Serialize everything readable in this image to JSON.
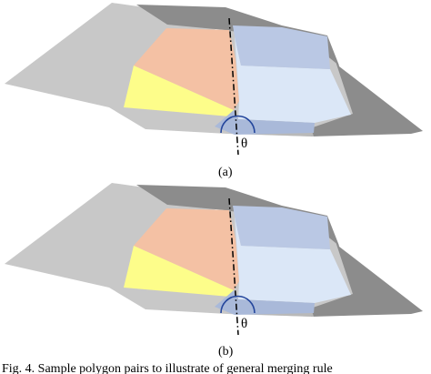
{
  "figure": {
    "panels": [
      {
        "label": "(a)",
        "angle_symbol": "θ"
      },
      {
        "label": "(b)",
        "angle_symbol": "θ"
      }
    ],
    "caption_fragment": "Fig. 4.   Sample polygon pairs to illustrate of general merging rule",
    "colors": {
      "outer_gray": "#c8c8c8",
      "dark_gray": "#8c8c8c",
      "edge_gray": "#6f6f6f",
      "salmon": "#f4c1a4",
      "yellow": "#fdfd8a",
      "light_blue": "#dbe7f7",
      "mid_blue": "#bac8e4",
      "dark_blue": "#a9b9d9",
      "arc_blue": "#24469c",
      "dashed_line": "#000000"
    }
  }
}
